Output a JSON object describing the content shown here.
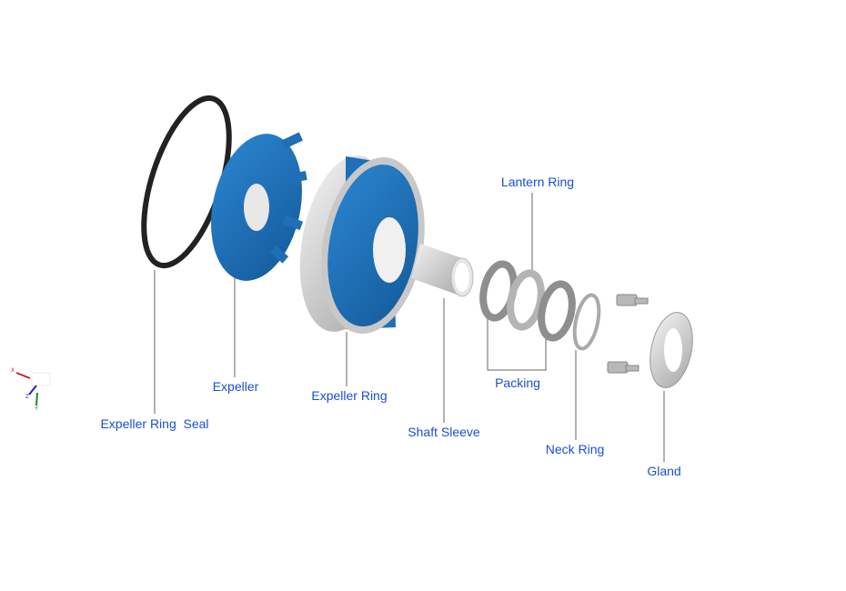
{
  "labels": {
    "expeller_ring_seal": "Expeller Ring  Seal",
    "expeller": "Expeller",
    "expeller_ring": "Expeller Ring",
    "shaft_sleeve": "Shaft Sleeve",
    "lantern_ring": "Lantern Ring",
    "packing": "Packing",
    "neck_ring": "Neck Ring",
    "gland": "Gland"
  },
  "axes": {
    "x": "X",
    "y": "Y",
    "z": "Z"
  },
  "colors": {
    "label": "#1a4fd0",
    "part_blue": "#1f6fb8",
    "metal": "#c8c8c8",
    "seal": "#222222"
  }
}
